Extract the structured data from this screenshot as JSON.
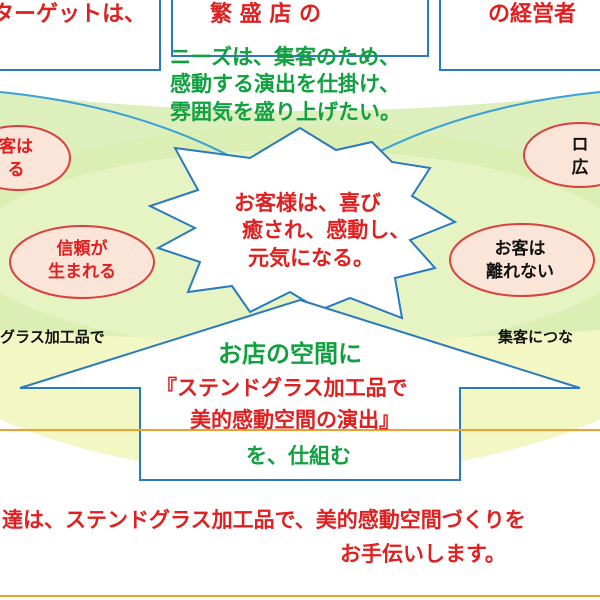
{
  "colors": {
    "red_text": "#e02020",
    "green_text": "#10a040",
    "black_text": "#111111",
    "oval_fill": "#fbe4d8",
    "oval_stroke": "#d94040",
    "ground_fill": "#f2f7c4",
    "band_fill": "#d7ecb0",
    "box_stroke": "#2a7abf",
    "orange_line": "#f0a030"
  },
  "top": {
    "left_box": "ターゲットは、",
    "center_title": "繁 盛 店 の",
    "right_box": "の経営者"
  },
  "needs": {
    "lines": [
      "ニーズは、集客のため、",
      "感動する演出を仕掛け、",
      "雰囲気を盛り上げたい。"
    ]
  },
  "burst": {
    "lines": [
      "お客様は、喜び",
      "癒され、感動し、",
      "元気になる。"
    ]
  },
  "ovals": {
    "top_left": [
      "客は",
      "る"
    ],
    "mid_left": [
      "信頼が",
      "生まれる"
    ],
    "top_right": [
      "ロ",
      "広"
    ],
    "mid_right": [
      "お客は",
      "離れない"
    ]
  },
  "side_labels": {
    "left": "グラス加工品で",
    "right": "集客につな"
  },
  "house": {
    "line1": "お店の空間に",
    "line2": "『ステンドグラス加工品で",
    "line3": "美的感動空間の演出』",
    "line4": "を、仕組む"
  },
  "footer": {
    "line1": "達は、ステンドグラス加工品で、美的感動空間づくりを",
    "line2": "お手伝いします。"
  }
}
